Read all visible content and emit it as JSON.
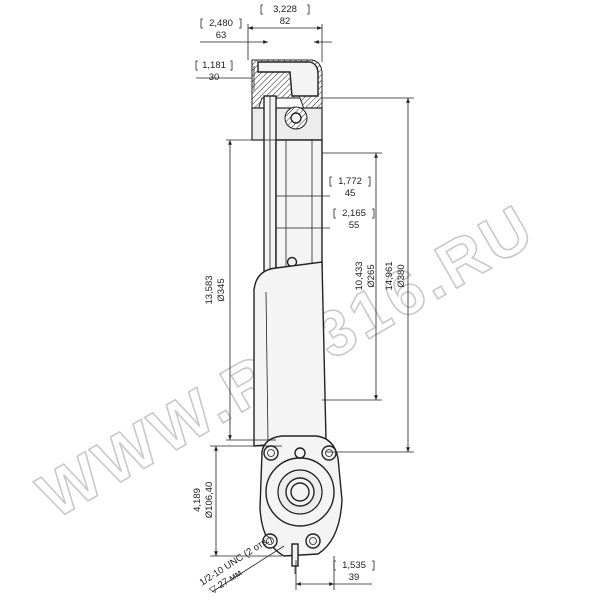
{
  "watermark": "WWW.RM316.RU",
  "dimensions": {
    "top_width": {
      "inch": "3,228",
      "mm": "82"
    },
    "top_left": {
      "inch": "2,480",
      "mm": "63"
    },
    "flange": {
      "inch": "1,181",
      "mm": "30"
    },
    "d45": {
      "inch": "1,772",
      "mm": "45"
    },
    "d55": {
      "inch": "2,165",
      "mm": "55"
    },
    "d345": {
      "inch": "13,583",
      "mm": "Ø345"
    },
    "d265": {
      "inch": "10,433",
      "mm": "Ø265"
    },
    "d380": {
      "inch": "14,961",
      "mm": "Ø380"
    },
    "hub": {
      "inch": "4,189",
      "mm": "Ø106,40"
    },
    "bottom": {
      "inch": "1,535",
      "mm": "39"
    }
  },
  "callout": {
    "line1": "1/2-10 UNC (2 отв.)",
    "line2": "▽ 27 мм"
  }
}
